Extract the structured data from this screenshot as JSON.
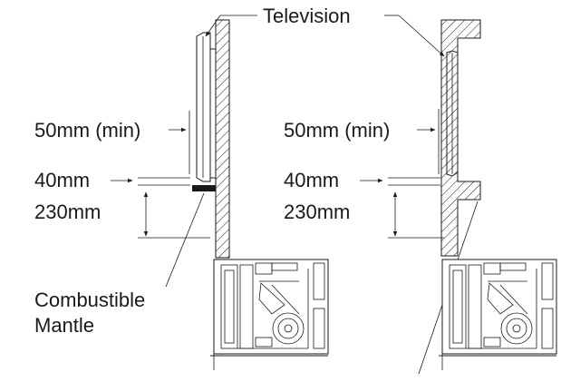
{
  "labels": {
    "television": "Television",
    "clearance_left": "50mm (min)",
    "clearance_right": "50mm (min)",
    "gap_left": "40mm",
    "gap_right": "40mm",
    "height_left": "230mm",
    "height_right": "230mm",
    "mantle_line1": "Combustible",
    "mantle_line2": "Mantle"
  }
}
